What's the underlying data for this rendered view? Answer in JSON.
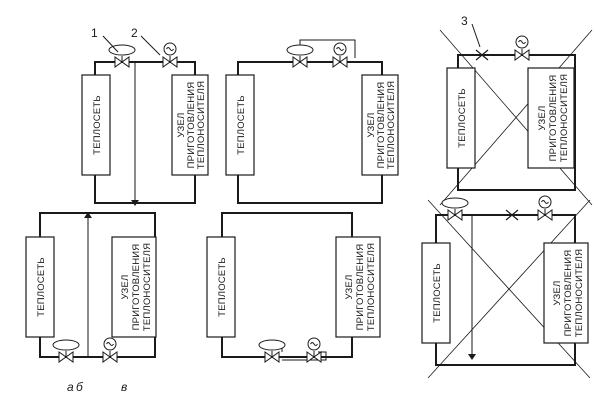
{
  "boxes": {
    "network": "ТЕПЛОСЕТЬ",
    "node_line1": "УЗЕЛ",
    "node_line2": "ПРИГОТОВЛЕНИЯ",
    "node_line3": "ТЕПЛОНОСИТЕЛЯ"
  },
  "markers": {
    "m1": "1",
    "m2": "2",
    "m3": "3"
  },
  "captions": {
    "a": "а",
    "b": "б",
    "c": "в"
  },
  "icons": [
    "valve-icon",
    "flow-meter-icon",
    "pump-icon",
    "closed-valve-icon"
  ]
}
